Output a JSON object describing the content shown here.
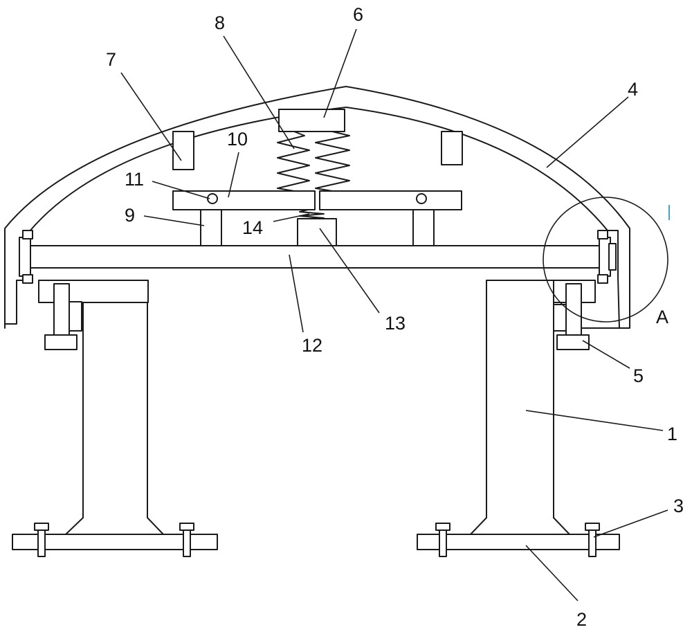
{
  "figure": {
    "labels": {
      "l1": "1",
      "l2": "2",
      "l3": "3",
      "l4": "4",
      "l5": "5",
      "l6": "6",
      "l7": "7",
      "l8": "8",
      "l9": "9",
      "l10": "10",
      "l11": "11",
      "l12": "12",
      "l13": "13",
      "l14": "14",
      "detail": "A"
    },
    "colors": {
      "line": "#1a1a1a",
      "background": "#ffffff",
      "accent": "#3fa7c9"
    }
  }
}
